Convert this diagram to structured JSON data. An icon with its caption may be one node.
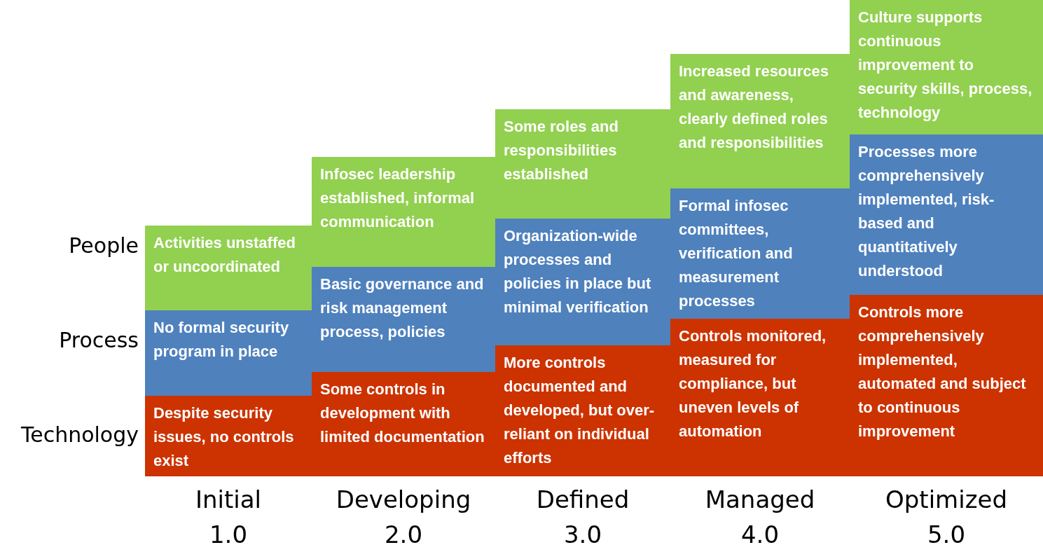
{
  "diagram": {
    "nodes": [
      {
        "text": [
          "Activities unstaffed or uncoordinated"
        ]
      },
      {
        "text": [
          "No formal security program in place"
        ]
      },
      {
        "text": [
          "Despite security issues, no controls exist"
        ]
      },
      {
        "text": [
          "Infosec leadership established, informal communication"
        ]
      },
      {
        "text": [
          "Basic governance and risk management process, policies"
        ]
      },
      {
        "text": [
          "Some controls in development with limited documentation"
        ]
      },
      {
        "text": [
          "Some roles and responsibilities established"
        ]
      },
      {
        "text": [
          "Organization-wide processes and policies in place but minimal verification"
        ]
      },
      {
        "text": [
          "More controls documented and developed, but over-reliant on individual efforts"
        ]
      },
      {
        "text": [
          "Increased resources and awareness, clearly defined roles and responsibilities"
        ]
      },
      {
        "text": [
          "Formal infosec committees, verification and measurement processes"
        ]
      },
      {
        "text": [
          "Controls monitored, measured for compliance, but uneven levels of automation"
        ]
      },
      {
        "text": [
          "Culture supports continuous improvement to security skills, process, technology"
        ]
      },
      {
        "text": [
          "Processes more comprehensively implemented, risk-based and quantitatively understood"
        ]
      },
      {
        "text": [
          "Controls more comprehensively implemented, automated and subject to continuous improvement"
        ]
      }
    ],
    "labels": [
      "People",
      "Process",
      "Technology",
      "Initial",
      "1.0",
      "Developing",
      "2.0",
      "Defined",
      "3.0",
      "Managed",
      "4.0",
      "Optimized",
      "5.0"
    ]
  }
}
